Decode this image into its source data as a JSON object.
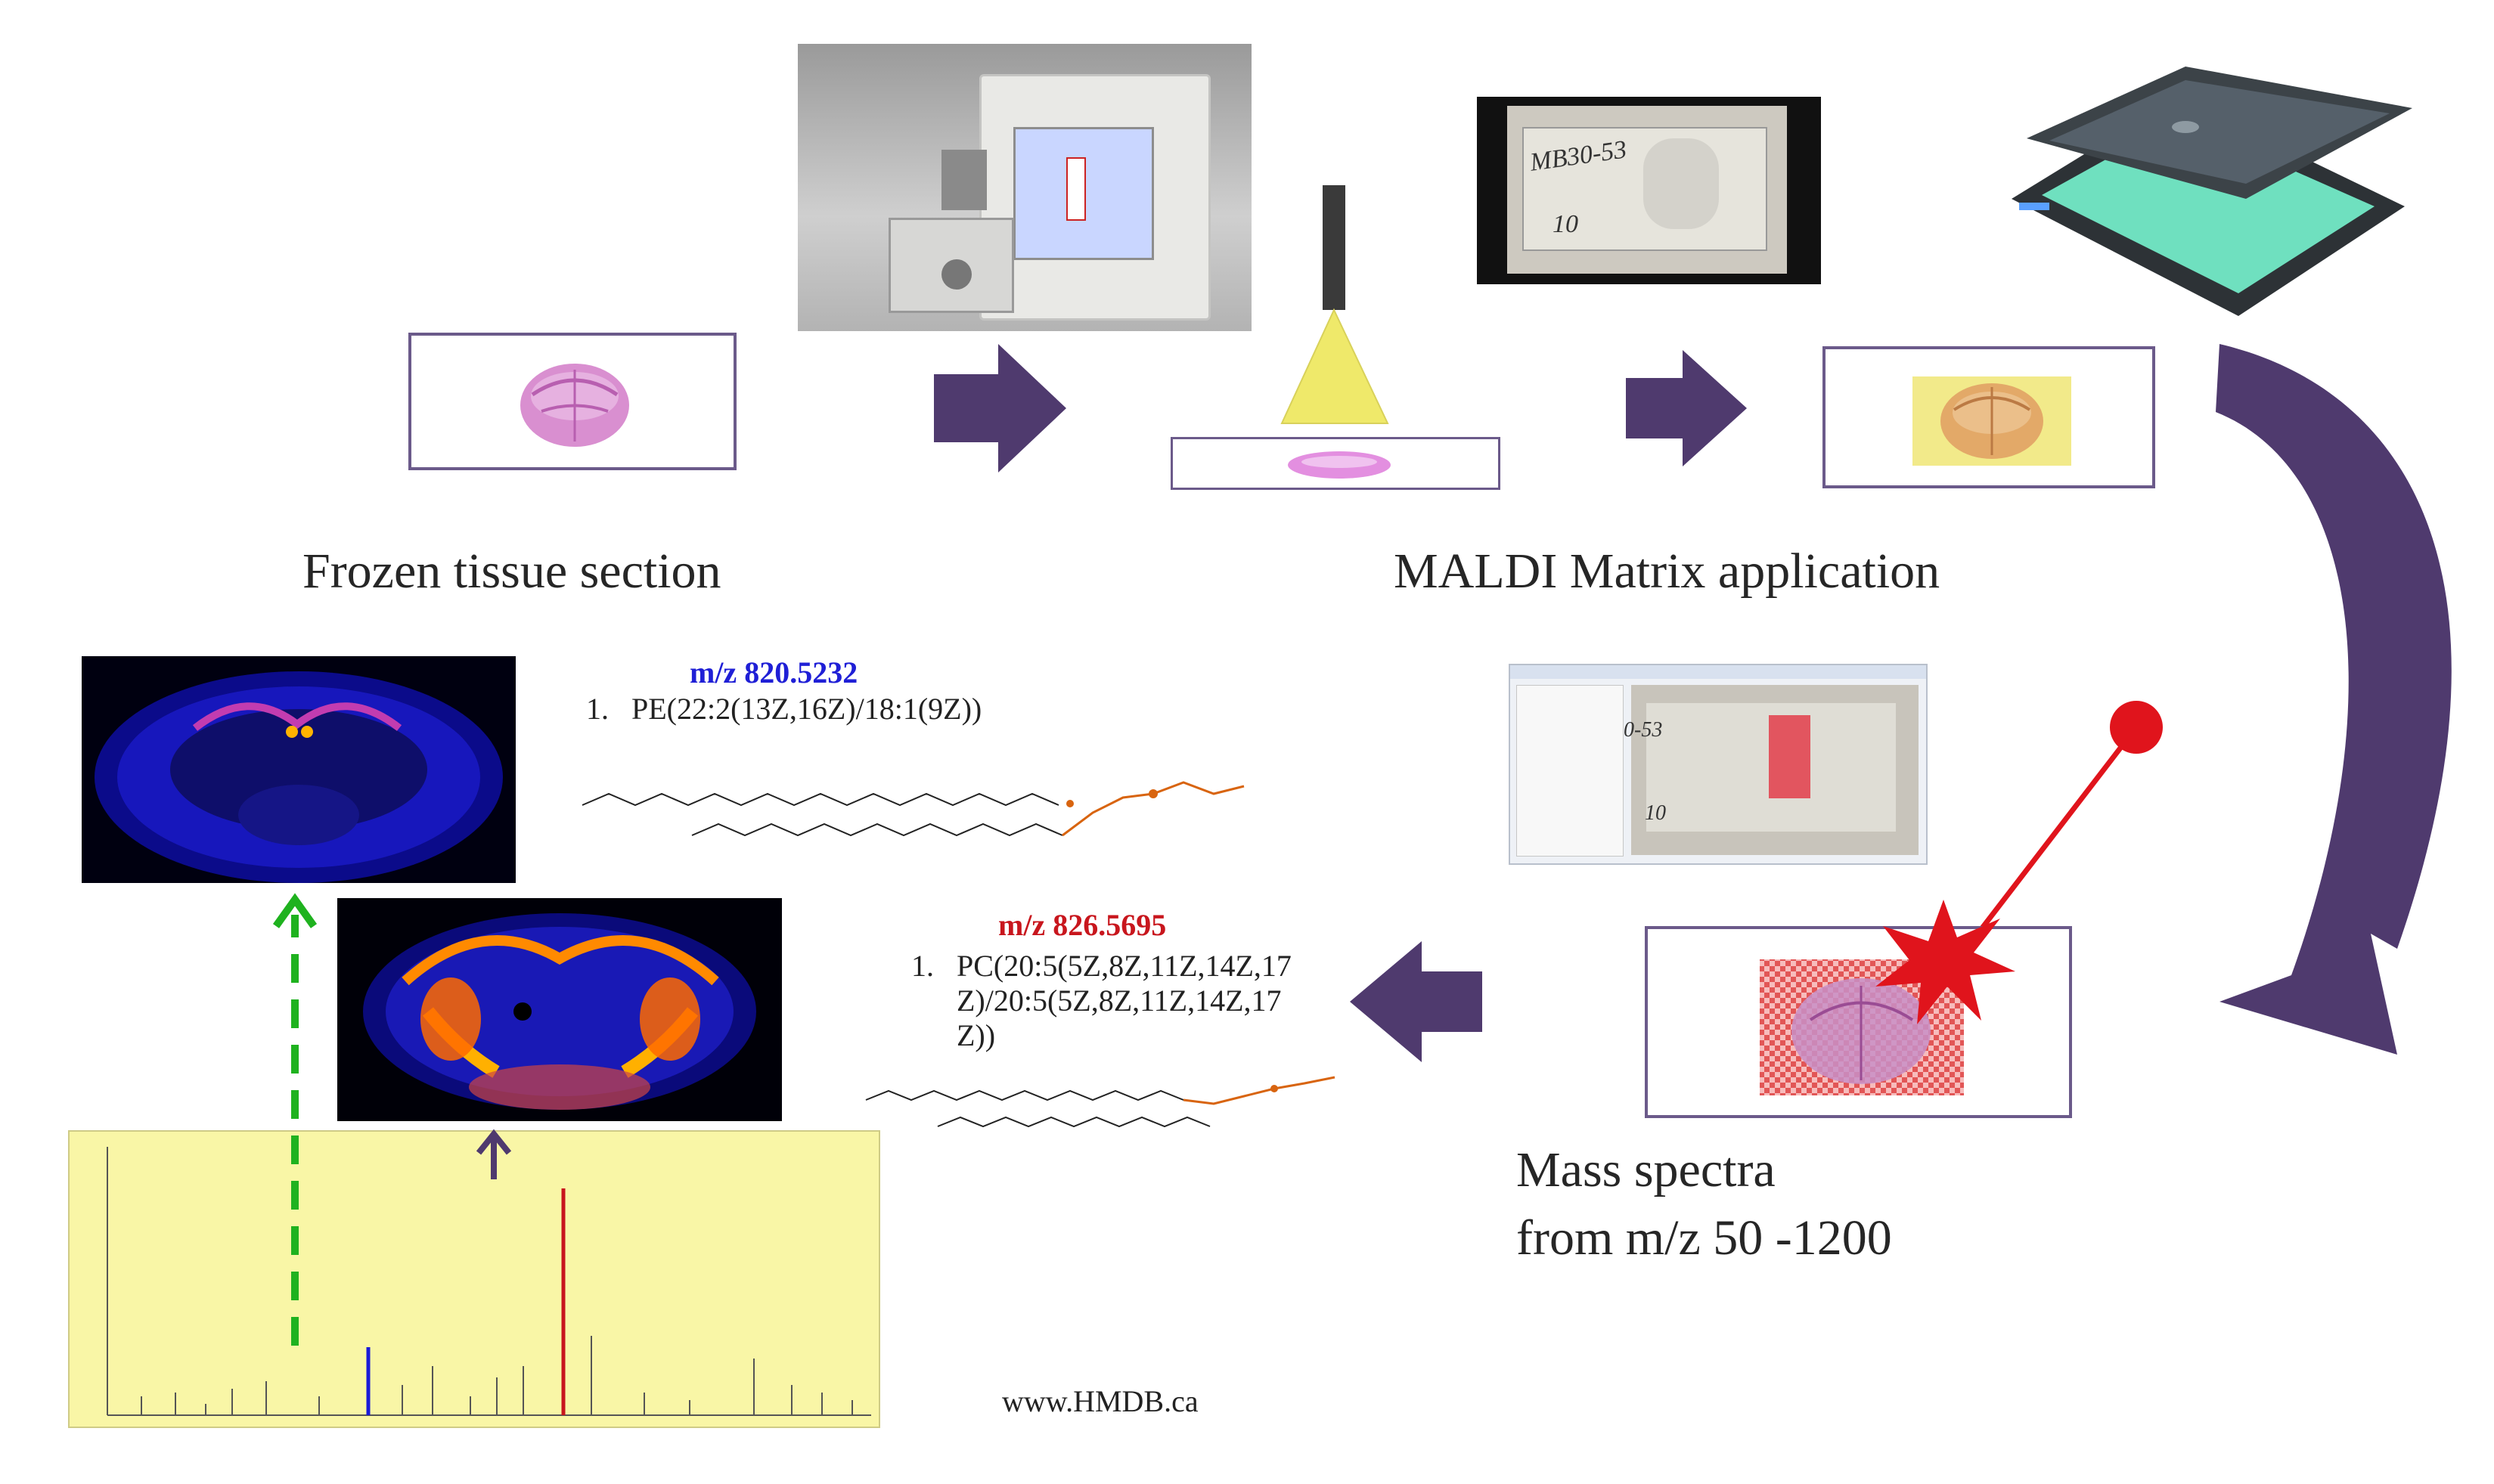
{
  "captions": {
    "frozen": "Frozen tissue section",
    "matrix": "MALDI Matrix application",
    "mass_line1": "Mass spectra",
    "mass_line2": "from m/z 50 -1200"
  },
  "lipid1": {
    "mz": "m/z 820.5232",
    "mz_color": "#1f1fd6",
    "number": "1.",
    "name": "PE(22:2(13Z,16Z)/18:1(9Z))"
  },
  "lipid2": {
    "mz": "m/z 826.5695",
    "mz_color": "#c8161d",
    "number": "1.",
    "name_line1": "PC(20:5(5Z,8Z,11Z,14Z,17",
    "name_line2": "Z)/20:5(5Z,8Z,11Z,14Z,17",
    "name_line3": "Z))"
  },
  "photo_labels": {
    "slide_text_1": "MB30-53",
    "slide_text_2": "10",
    "screen_text_1": "0-53",
    "screen_text_2": "10"
  },
  "source": "www.HMDB.ca",
  "colors": {
    "arrow": "#4f3a6e",
    "frame": "#6b5a8a",
    "tissue": "#d98fd0",
    "matrix": "#f2ea8a",
    "laser": "#e0141c",
    "blue_peak": "#1a1ad8",
    "red_peak": "#c8161d",
    "green_arrow": "#1fb21f"
  }
}
